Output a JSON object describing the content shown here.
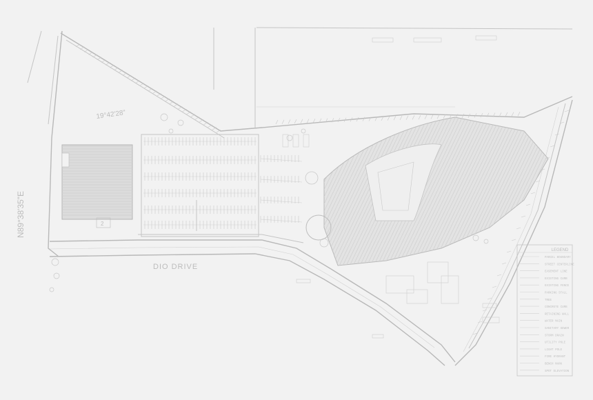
{
  "plan": {
    "street_label": "DIO DRIVE",
    "bearing_label": "N89°38'35\"E",
    "angle_label": "19°42'28\"",
    "lot_number": "2",
    "legend_title": "LEGEND",
    "legend_items": [
      "PARCEL BOUNDARY",
      "STREET CENTERLINE",
      "EASEMENT LINE",
      "EXISTING CURB",
      "EXISTING FENCE",
      "PARKING STALL",
      "TREE",
      "CONCRETE CURB",
      "RETAINING WALL",
      "WATER MAIN",
      "SANITARY SEWER",
      "STORM DRAIN",
      "UTILITY POLE",
      "LIGHT POLE",
      "FIRE HYDRANT",
      "BENCH MARK",
      "SPOT ELEVATION"
    ]
  }
}
